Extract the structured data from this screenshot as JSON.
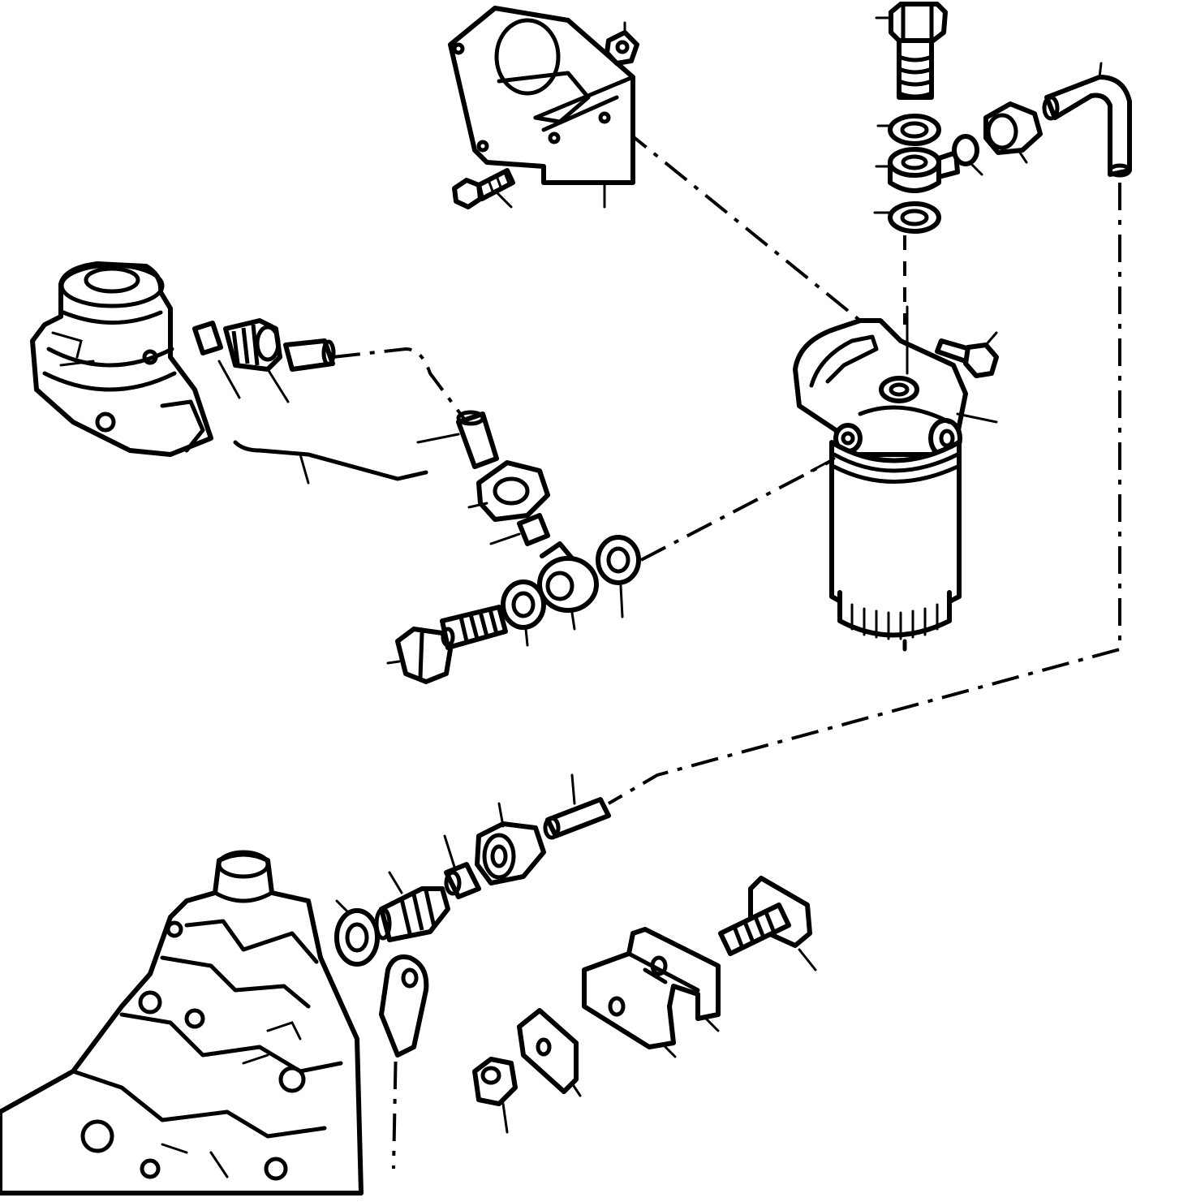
{
  "diagram": {
    "type": "exploded parts diagram (no printed labels)",
    "colors": {
      "ink": "#000000",
      "paper": "#ffffff"
    },
    "parts": [
      "mounting-bracket",
      "bracket-bolt",
      "bracket-nut",
      "banjo-bolt-top",
      "washer-top-1",
      "banjo-fitting-top",
      "washer-top-2",
      "sleeve-top",
      "nut-top",
      "return-pipe",
      "fuel-filter-head",
      "filter-head-bolt",
      "filter-bowl",
      "feed-pump",
      "pump-sleeve",
      "pump-connector",
      "pump-pipe",
      "pipe-sleeve-mid",
      "nut-mid",
      "insert-mid",
      "banjo-bolt-mid",
      "washer-mid-1",
      "banjo-fitting-mid",
      "washer-mid-2",
      "injection-pump",
      "pump-washer",
      "pump-connector-low",
      "insert-low",
      "nut-low",
      "sleeve-low",
      "pump-lever",
      "clip-bolt",
      "pipe-clamp",
      "clamp-plate",
      "clamp-nut"
    ]
  }
}
